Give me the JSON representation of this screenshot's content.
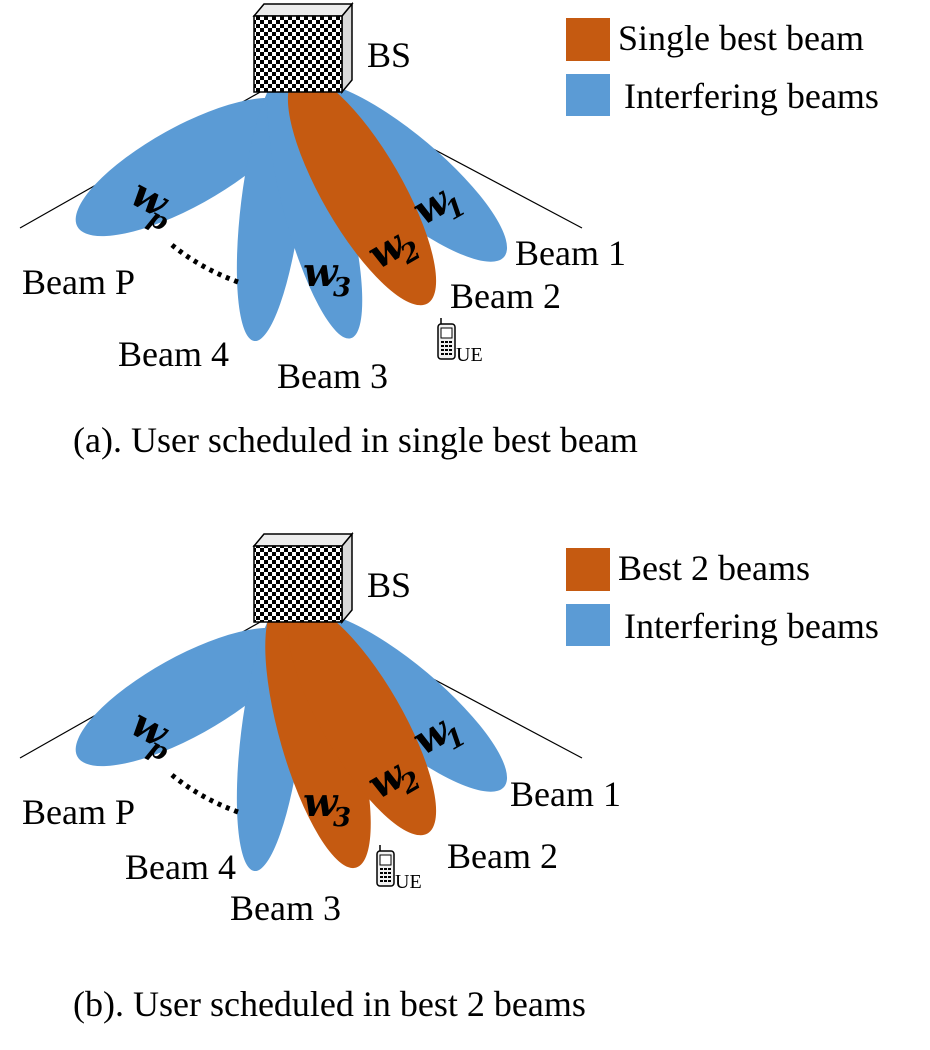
{
  "colors": {
    "best": "#C55A11",
    "interfering": "#5B9BD5"
  },
  "panels": [
    {
      "legend": {
        "best": "Single best beam",
        "interfering": "Interfering beams"
      },
      "bs_label": "BS",
      "beams": {
        "beam1": "Beam 1",
        "beam2": "Beam 2",
        "beam3": "Beam 3",
        "beam4": "Beam 4",
        "beamP": "Beam P"
      },
      "weights": {
        "w1": "w",
        "w1_sub": "1",
        "w2": "w",
        "w2_sub": "2",
        "w3": "w",
        "w3_sub": "3",
        "wp": "w",
        "wp_sub": "p"
      },
      "ue_label": "UE",
      "caption": "(a). User scheduled in single best beam"
    },
    {
      "legend": {
        "best": "Best 2 beams",
        "interfering": "Interfering beams"
      },
      "bs_label": "BS",
      "beams": {
        "beam1": "Beam 1",
        "beam2": "Beam 2",
        "beam3": "Beam 3",
        "beam4": "Beam 4",
        "beamP": "Beam P"
      },
      "weights": {
        "w1": "w",
        "w1_sub": "1",
        "w2": "w",
        "w2_sub": "2",
        "w3": "w",
        "w3_sub": "3",
        "wp": "w",
        "wp_sub": "p"
      },
      "ue_label": "UE",
      "caption": "(b). User scheduled in best 2 beams"
    }
  ]
}
